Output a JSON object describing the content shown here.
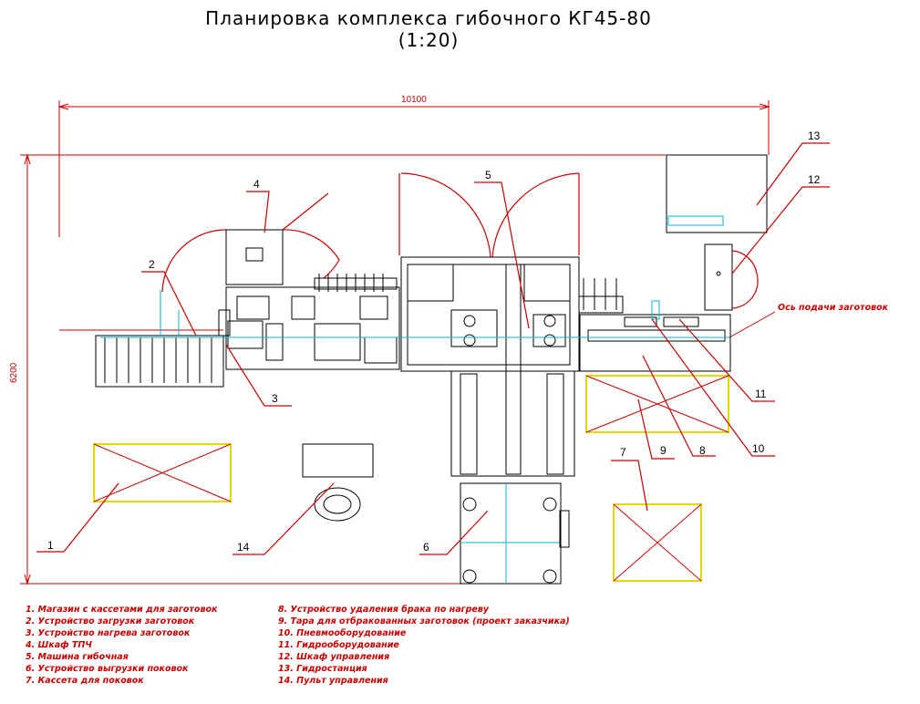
{
  "title": {
    "line1": "Планировка комплекса гибочного КГ45-80",
    "line2": "(1:20)"
  },
  "dimensions": {
    "width": "10100",
    "height": "6200"
  },
  "axis_label": "Ось подачи заготовок",
  "callouts": [
    "1",
    "2",
    "3",
    "4",
    "5",
    "6",
    "7",
    "8",
    "9",
    "10",
    "11",
    "12",
    "13",
    "14"
  ],
  "legend_left": [
    "1. Магазин с кассетами для заготовок",
    "2. Устройство загрузки заготовок",
    "3. Устройство нагрева заготовок",
    "4. Шкаф ТПЧ",
    "5. Машина гибочная",
    "6. Устройство выгрузки поковок",
    "7. Кассета для поковок"
  ],
  "legend_right": [
    "8. Устройство удаления брака по нагреву",
    "9. Тара для отбракованных заготовок (проект заказчика)",
    "10. Пневмооборудование",
    "11. Гидрооборудование",
    "12. Шкаф управления",
    "13. Гидростанция",
    "14. Пульт управления"
  ],
  "colors": {
    "outline": "#000000",
    "dimension": "#cc0000",
    "axis": "#00b7d6",
    "area": "#e6d800"
  }
}
